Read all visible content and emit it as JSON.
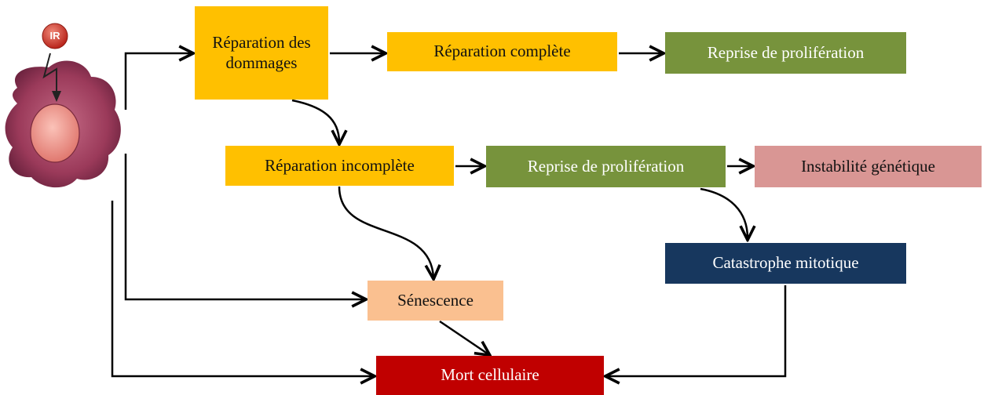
{
  "source": {
    "badge": "IR"
  },
  "nodes": {
    "repair": "Réparation des dommages",
    "complete": "Réparation complète",
    "proliferation_1": "Reprise de prolifération",
    "incomplete": "Réparation incomplète",
    "proliferation_2": "Reprise de prolifération",
    "instability": "Instabilité génétique",
    "catastrophe": "Catastrophe mitotique",
    "senescence": "Sénescence",
    "death": "Mort cellulaire"
  },
  "colors": {
    "repair_stage": "#ffc000",
    "proliferation": "#77933c",
    "instability": "#d99694",
    "catastrophe": "#17375e",
    "senescence": "#fac090",
    "death": "#c00000",
    "cell_body": "#9b3a5a",
    "nucleus": "#e88d8a",
    "arrows": "#000000"
  },
  "edges": [
    [
      "cell",
      "repair"
    ],
    [
      "repair",
      "complete"
    ],
    [
      "complete",
      "proliferation_1"
    ],
    [
      "repair",
      "incomplete"
    ],
    [
      "incomplete",
      "proliferation_2"
    ],
    [
      "proliferation_2",
      "instability"
    ],
    [
      "proliferation_2",
      "catastrophe"
    ],
    [
      "incomplete",
      "senescence"
    ],
    [
      "cell",
      "senescence"
    ],
    [
      "senescence",
      "death"
    ],
    [
      "cell",
      "death"
    ],
    [
      "catastrophe",
      "death"
    ]
  ]
}
